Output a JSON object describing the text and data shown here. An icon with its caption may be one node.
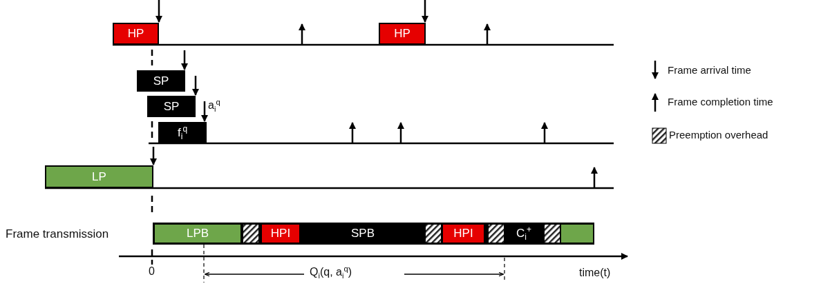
{
  "diagram": {
    "nodes": [
      {
        "text": [
          "HP"
        ]
      },
      {
        "text": [
          "HP"
        ]
      },
      {
        "text": [
          "SP"
        ]
      },
      {
        "text": [
          "SP"
        ]
      },
      {
        "text": [
          "f$_{i}$$^{q}$"
        ]
      },
      {
        "text": [
          "LP"
        ]
      },
      {
        "text": [
          "LPB"
        ]
      },
      {
        "text": [
          "HPI"
        ]
      },
      {
        "text": [
          "SPB"
        ]
      },
      {
        "text": [
          "HPI"
        ]
      },
      {
        "text": [
          "C$_{i}$$^{+}$"
        ]
      },
      {
        "text": [],
        "shape": "box"
      }
    ],
    "labels": [
      "a$_{i}$$^{q}$",
      "Frame  transmission",
      "0",
      "Q$_{i}$(q, a$_{i}$$^{q}$)",
      "time(t)"
    ],
    "legend": [
      {
        "text": "Frame arrival time"
      },
      {
        "text": "Frame completion time"
      },
      {
        "text": "Preemption overhead"
      }
    ]
  }
}
